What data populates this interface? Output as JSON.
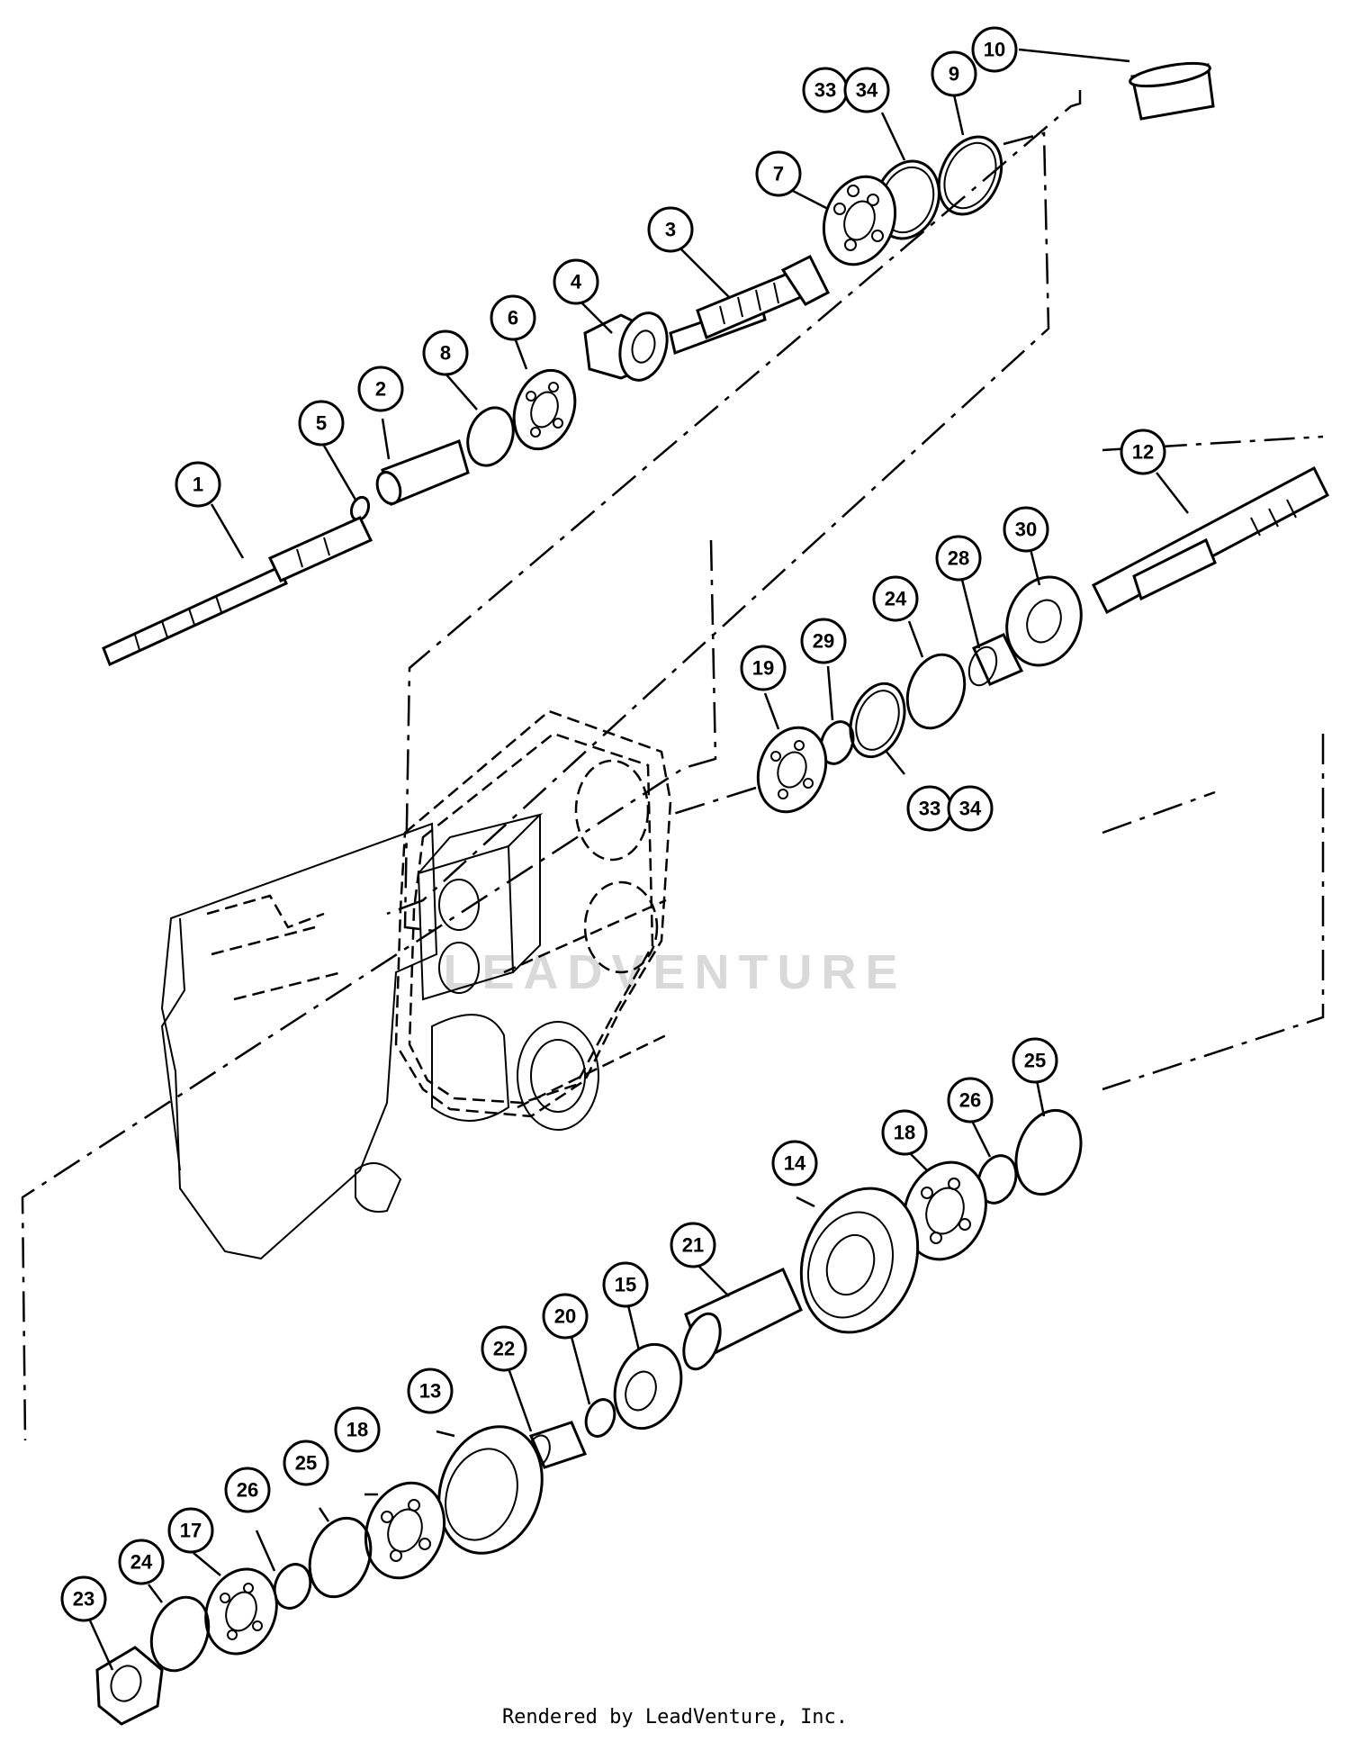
{
  "watermark": "LEADVENTURE",
  "footer": "Rendered by LeadVenture, Inc.",
  "callouts": [
    {
      "id": "c10",
      "label": "10"
    },
    {
      "id": "c33a",
      "label": "33"
    },
    {
      "id": "c34a",
      "label": "34"
    },
    {
      "id": "c9",
      "label": "9"
    },
    {
      "id": "c7",
      "label": "7"
    },
    {
      "id": "c3",
      "label": "3"
    },
    {
      "id": "c4",
      "label": "4"
    },
    {
      "id": "c6",
      "label": "6"
    },
    {
      "id": "c8",
      "label": "8"
    },
    {
      "id": "c2",
      "label": "2"
    },
    {
      "id": "c5",
      "label": "5"
    },
    {
      "id": "c1",
      "label": "1"
    },
    {
      "id": "c12",
      "label": "12"
    },
    {
      "id": "c30",
      "label": "30"
    },
    {
      "id": "c28",
      "label": "28"
    },
    {
      "id": "c24a",
      "label": "24"
    },
    {
      "id": "c29",
      "label": "29"
    },
    {
      "id": "c19",
      "label": "19"
    },
    {
      "id": "c33b",
      "label": "33"
    },
    {
      "id": "c34b",
      "label": "34"
    },
    {
      "id": "c25a",
      "label": "25"
    },
    {
      "id": "c26a",
      "label": "26"
    },
    {
      "id": "c18a",
      "label": "18"
    },
    {
      "id": "c14",
      "label": "14"
    },
    {
      "id": "c21",
      "label": "21"
    },
    {
      "id": "c15",
      "label": "15"
    },
    {
      "id": "c20",
      "label": "20"
    },
    {
      "id": "c22",
      "label": "22"
    },
    {
      "id": "c13",
      "label": "13"
    },
    {
      "id": "c18b",
      "label": "18"
    },
    {
      "id": "c25b",
      "label": "25"
    },
    {
      "id": "c26b",
      "label": "26"
    },
    {
      "id": "c17",
      "label": "17"
    },
    {
      "id": "c24b",
      "label": "24"
    },
    {
      "id": "c23",
      "label": "23"
    }
  ]
}
